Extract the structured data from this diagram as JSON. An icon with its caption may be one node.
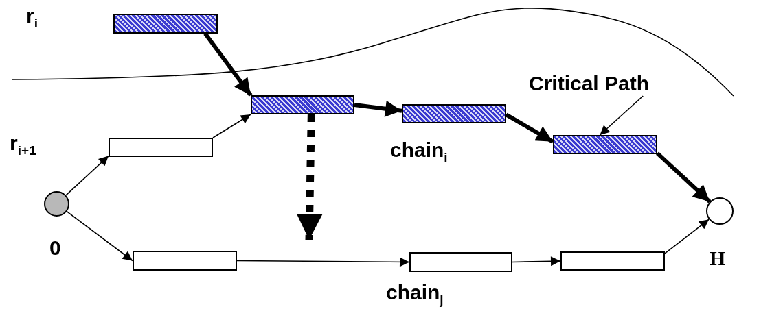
{
  "diagram": {
    "nodes": [
      {
        "text": [],
        "shape": "bar"
      },
      {
        "text": [],
        "shape": "bar"
      },
      {
        "text": [],
        "shape": "bar"
      },
      {
        "text": [],
        "shape": "bar"
      },
      {
        "text": [],
        "shape": "bar"
      },
      {
        "text": [],
        "shape": "circle",
        "beside": [
          "0"
        ]
      },
      {
        "text": [],
        "shape": "circle",
        "beside": [
          "H"
        ]
      },
      {
        "text": [],
        "shape": "bar"
      },
      {
        "text": [],
        "shape": "bar"
      },
      {
        "text": [],
        "shape": "bar"
      },
      {
        "text": [
          "Critical Path"
        ]
      }
    ],
    "edges": [
      {
        "from": 0,
        "to": 1,
        "arrow": "to",
        "style": "thick"
      },
      {
        "from": 2,
        "to": 1,
        "arrow": "to"
      },
      {
        "from": 1,
        "to": 3,
        "arrow": "to",
        "style": "thick"
      },
      {
        "from": 3,
        "to": 4,
        "arrow": "to",
        "style": "thick"
      },
      {
        "from": 4,
        "to": 6,
        "arrow": "to",
        "style": "thick"
      },
      {
        "from": 5,
        "to": 2,
        "arrow": "to"
      },
      {
        "from": 5,
        "to": 7,
        "arrow": "to"
      },
      {
        "from": 7,
        "to": 8,
        "arrow": "to"
      },
      {
        "from": 8,
        "to": 9,
        "arrow": "to"
      },
      {
        "from": 9,
        "to": 6,
        "arrow": "to"
      },
      {
        "from": 10,
        "to": 4,
        "arrow": "to"
      },
      {
        "from": 1,
        "to": null,
        "arrow": "to",
        "style": "dashed"
      }
    ],
    "labels": [
      "r$_{i}$",
      "r$_{i+1}$",
      "chain$_{i}$",
      "chain$_{j}$"
    ]
  }
}
